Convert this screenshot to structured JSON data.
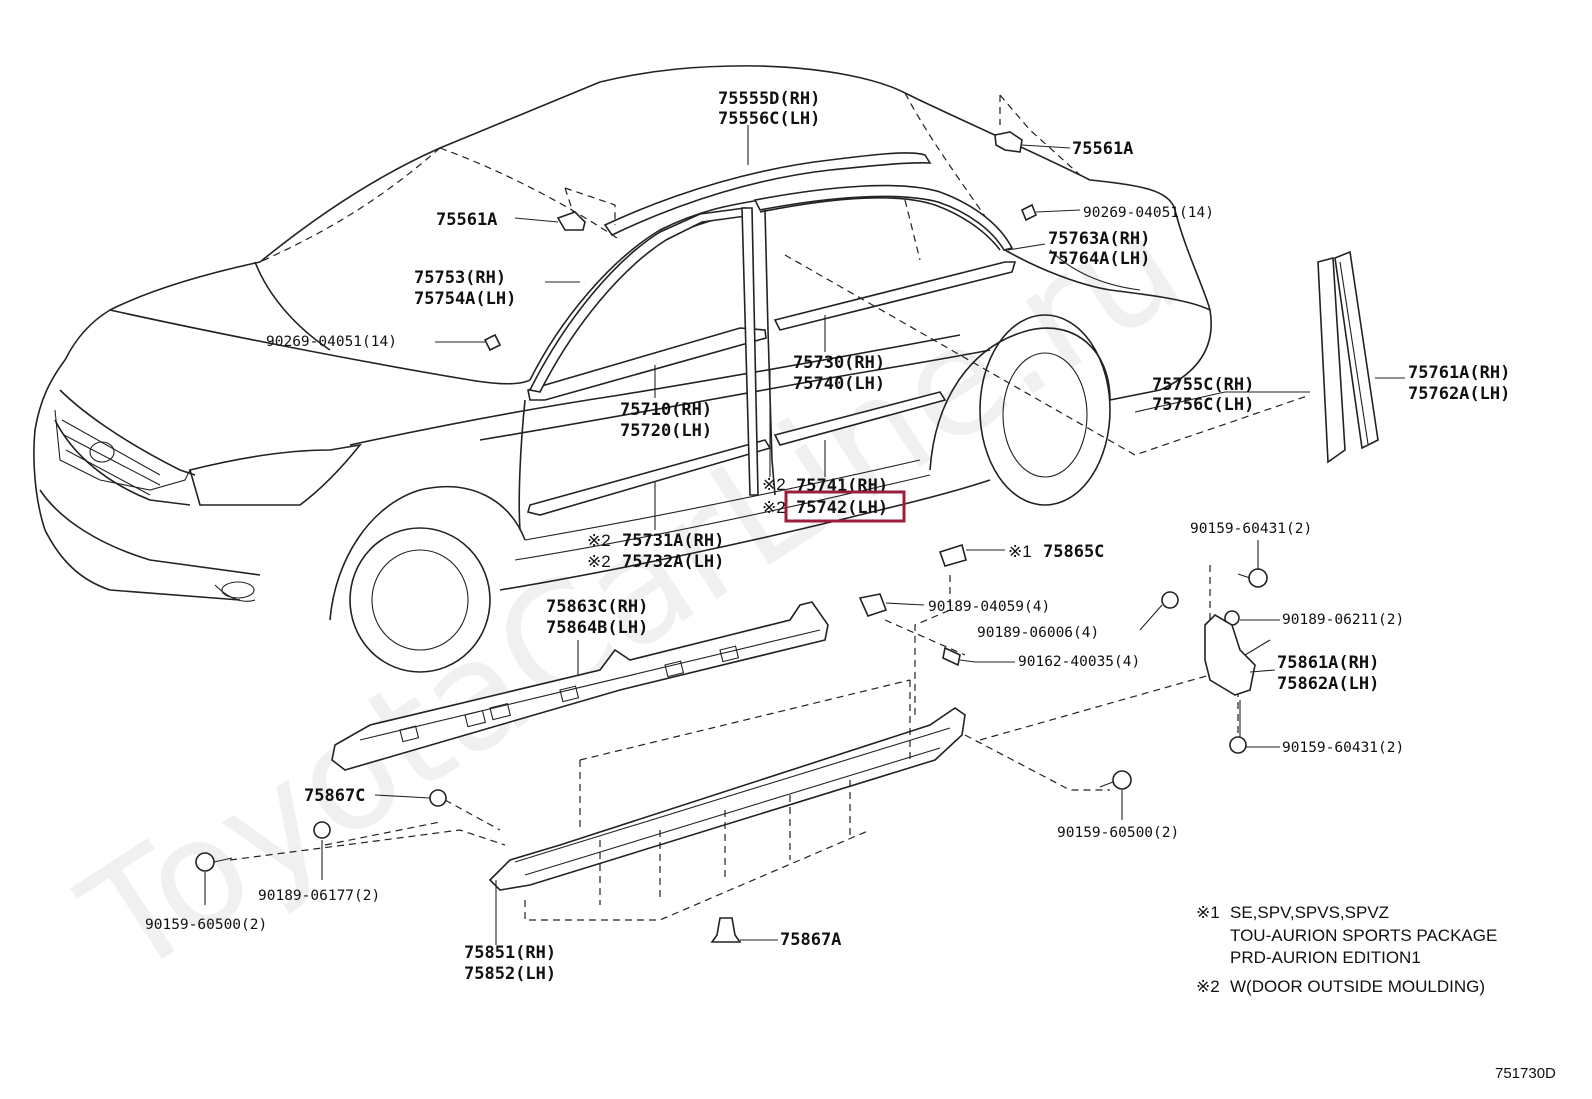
{
  "watermark": "ToyotaCarLine.ru",
  "diagram_id": "751730D",
  "highlight_color": "#9b1c3b",
  "labels": {
    "l75555d": "75555D(RH)",
    "l75556c": "75556C(LH)",
    "l75561a_top": "75561A",
    "l75561a_left": "75561A",
    "l90269_right": "90269-04051(14)",
    "l90269_left": "90269-04051(14)",
    "l75763a": "75763A(RH)",
    "l75764a": "75764A(LH)",
    "l75753": "75753(RH)",
    "l75754a": "75754A(LH)",
    "l75730": "75730(RH)",
    "l75740": "75740(LH)",
    "l75710": "75710(RH)",
    "l75720": "75720(LH)",
    "l75755c": "75755C(RH)",
    "l75756c": "75756C(LH)",
    "l75761a": "75761A(RH)",
    "l75762a": "75762A(LH)",
    "l75741": "75741(RH)",
    "l75742": "75742(LH)",
    "l75731a": "75731A(RH)",
    "l75732a": "75732A(LH)",
    "l90159_60431_top": "90159-60431(2)",
    "l75865c": "75865C",
    "l75863c": "75863C(RH)",
    "l75864b": "75864B(LH)",
    "l90189_04059": "90189-04059(4)",
    "l90189_06006": "90189-06006(4)",
    "l90189_06211": "90189-06211(2)",
    "l90162_40035": "90162-40035(4)",
    "l75861a": "75861A(RH)",
    "l75862a": "75862A(LH)",
    "l90159_60431_bot": "90159-60431(2)",
    "l75867c": "75867C",
    "l90159_60500_right": "90159-60500(2)",
    "l90189_06177": "90189-06177(2)",
    "l90159_60500_left": "90159-60500(2)",
    "l75851": "75851(RH)",
    "l75852": "75852(LH)",
    "l75867a": "75867A"
  },
  "marks": {
    "m1": "※1",
    "m2": "※2"
  },
  "notes": {
    "n1_mark": "※1",
    "n1_line1": "SE,SPV,SPVS,SPVZ",
    "n1_line2": "TOU-AURION SPORTS PACKAGE",
    "n1_line3": "PRD-AURION EDITION1",
    "n2_mark": "※2",
    "n2_line1": "W(DOOR OUTSIDE MOULDING)"
  }
}
